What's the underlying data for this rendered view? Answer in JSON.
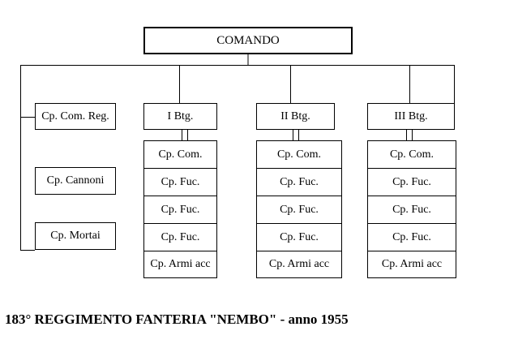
{
  "diagram": {
    "root": "COMANDO",
    "left_column": [
      "Cp. Com. Reg.",
      "Cp. Cannoni",
      "Cp. Mortai"
    ],
    "battalions": [
      {
        "name": "I Btg.",
        "companies": [
          "Cp. Com.",
          "Cp. Fuc.",
          "Cp. Fuc.",
          "Cp. Fuc.",
          "Cp. Armi acc"
        ]
      },
      {
        "name": "II Btg.",
        "companies": [
          "Cp. Com.",
          "Cp. Fuc.",
          "Cp. Fuc.",
          "Cp. Fuc.",
          "Cp. Armi acc"
        ]
      },
      {
        "name": "III Btg.",
        "companies": [
          "Cp. Com.",
          "Cp. Fuc.",
          "Cp. Fuc.",
          "Cp. Fuc.",
          "Cp. Armi acc"
        ]
      }
    ]
  },
  "caption": "183° REGGIMENTO FANTERIA \"NEMBO\" - anno 1955"
}
